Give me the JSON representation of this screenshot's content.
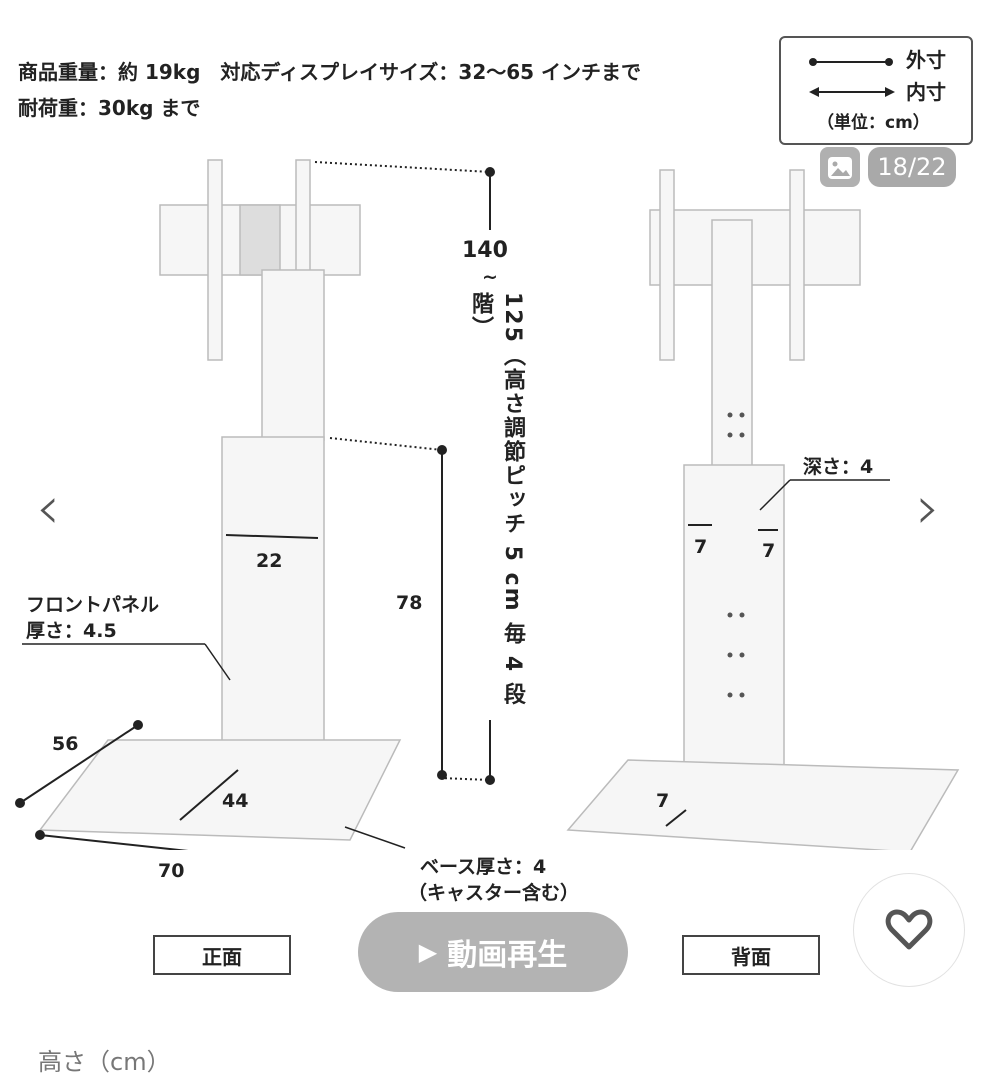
{
  "product_image": {
    "spec_line1": "商品重量：約 19kg　対応ディスプレイサイズ：32～65 インチまで",
    "spec_line2": "耐荷重：30kg まで",
    "legend": {
      "outer": "外寸",
      "inner": "内寸",
      "unit": "（単位：cm）"
    },
    "counter": "18/22",
    "dimensions": {
      "height_top": "140",
      "height_tilde": "~",
      "height_range": "125（高さ調節ピッチ 5 cm 毎 4 段階）",
      "column_width": "22",
      "column_height": "78",
      "front_panel": "フロントパネル",
      "front_panel_thickness": "厚さ：4.5",
      "base_depth": "56",
      "column_depth": "44",
      "base_width": "70",
      "base_thickness": "ベース厚さ：4",
      "base_thickness_note": "（キャスター含む）",
      "depth": "深さ：4",
      "rear_left": "7",
      "rear_right": "7",
      "rear_base": "7"
    },
    "view_front": "正面",
    "view_back": "背面",
    "video_button": "動画再生"
  },
  "colors": {
    "overlay_gray": "#a9a9a9",
    "heart": "#555555"
  },
  "attribute_label": "高さ（cm）"
}
